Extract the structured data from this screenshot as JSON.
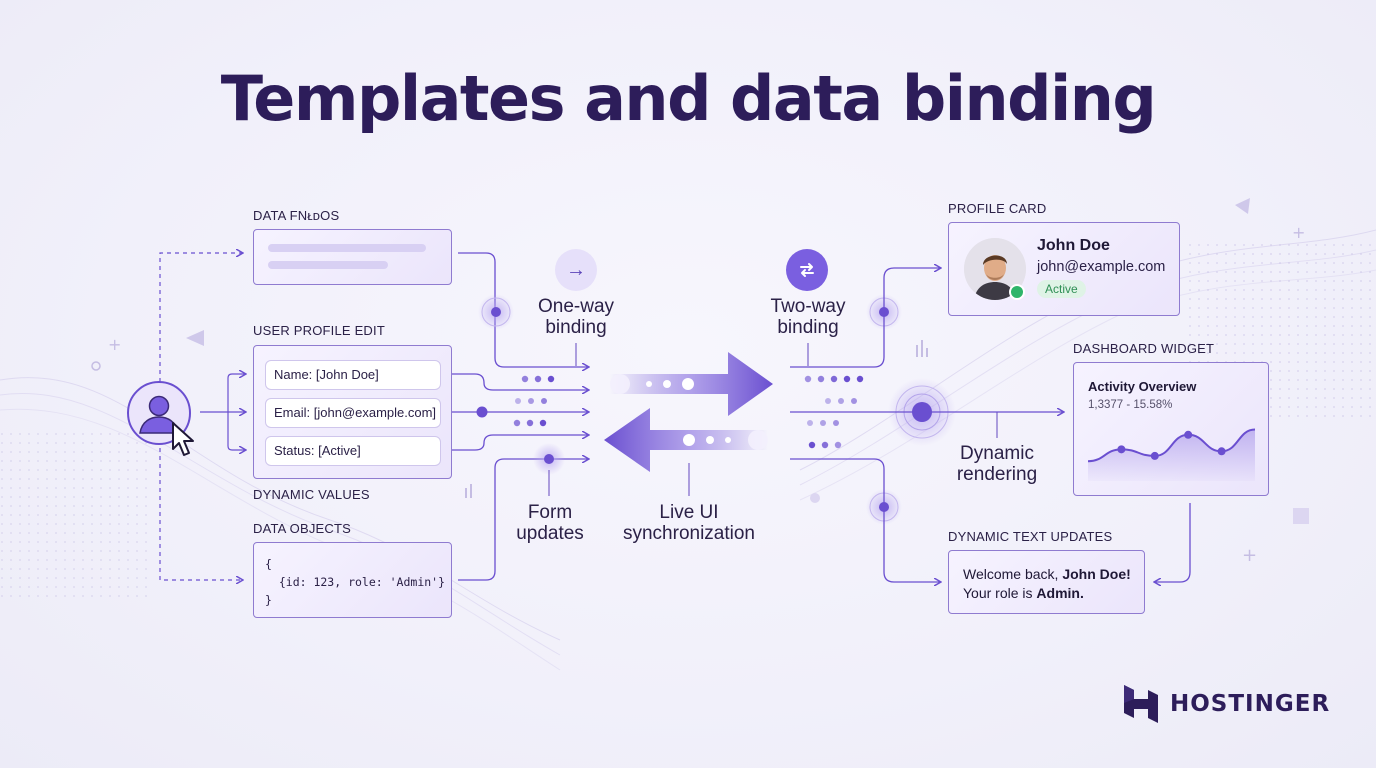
{
  "title": "Templates and data binding",
  "sections": {
    "data_fields": "DATA FNᴌᴅOS",
    "user_profile_edit": "USER PROFILE EDIT",
    "dynamic_values": "DYNAMIC VALUES",
    "data_objects": "DATA OBJECTS",
    "profile_card": "PROFILE CARD",
    "dashboard_widget": "DASHBOARD WIDGET",
    "dynamic_text_updates": "DYNAMIC TEXT UPDATES"
  },
  "form": {
    "name_field": "Name: [John Doe]",
    "email_field": "Email: [john@example.com]",
    "status_field": "Status: [Active]"
  },
  "data_object": {
    "line1": "{",
    "line2": "  {id: 123, role: 'Admin'}",
    "line3": "}"
  },
  "bindings": {
    "one_way": [
      "One-way",
      "binding"
    ],
    "two_way": [
      "Two-way",
      "binding"
    ],
    "form_updates": [
      "Form",
      "updates"
    ],
    "live_sync": [
      "Live UI",
      "synchronization"
    ],
    "dynamic_rendering": [
      "Dynamic",
      "rendering"
    ]
  },
  "profile": {
    "name": "John Doe",
    "email": "john@example.com",
    "status": "Active"
  },
  "widget": {
    "title": "Activity Overview",
    "subtitle": "1,3377 - 15.58%",
    "chart_values": [
      30,
      48,
      38,
      70,
      45,
      78
    ]
  },
  "message": {
    "welcome_prefix": "Welcome back, ",
    "welcome_name": "John Doe!",
    "role_prefix": "Your role is ",
    "role_value": "Admin."
  },
  "brand": {
    "name": "HOSTINGER"
  },
  "colors": {
    "accent": "#6a4fd0",
    "accent_dark": "#2d1d5a",
    "line": "#7b64c9",
    "status_green": "#2fb56a"
  },
  "icons": {
    "one_way": "arrow-right-icon",
    "two_way": "sync-icon",
    "user": "user-avatar-icon",
    "cursor": "cursor-icon",
    "logo": "hostinger-logo-icon"
  }
}
